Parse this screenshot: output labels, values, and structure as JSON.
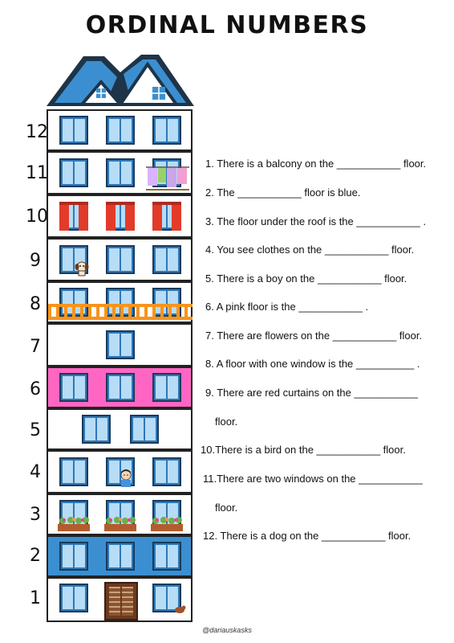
{
  "title": "ORDINAL NUMBERS",
  "floor_numbers": [
    "12",
    "11",
    "10",
    "9",
    "8",
    "7",
    "6",
    "5",
    "4",
    "3",
    "2",
    "1"
  ],
  "questions": [
    "1. There is a balcony on the ___________ floor.",
    "2. The ___________ floor is blue.",
    "3. The floor under the roof is the ___________ .",
    "4. You see clothes on the ___________ floor.",
    "5. There is a boy on the ___________ floor.",
    "6. A pink floor is the ___________ .",
    "7. There are flowers on the ___________ floor.",
    "8. A floor with one window is the __________ .",
    "9.  There are red curtains on the ___________",
    "floor.",
    "10.There is a bird on the ___________ floor.",
    "11.There are two windows on the ___________",
    "floor.",
    "12. There is a dog on the ___________ floor."
  ],
  "credit": "@dariauskasks",
  "colors": {
    "pink_floor": "#ff66c4",
    "blue_floor": "#3b8fd0",
    "roof": "#3b8fd0",
    "roof_outline": "#1e3448",
    "railing": "#f7941d",
    "curtain": "#e23b2a",
    "door": "#6b3a1f"
  }
}
